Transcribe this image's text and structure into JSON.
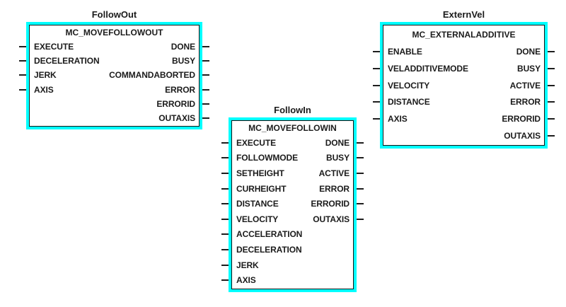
{
  "diagram": {
    "background": "#ffffff",
    "colors": {
      "block_border": "#00ffff",
      "block_frame": "#141414",
      "text": "#1b1b1b",
      "pin": "#1e1e1e",
      "fill": "#ffffff"
    }
  },
  "blocks": [
    {
      "instance": "FollowOut",
      "type": "MC_MOVEFOLLOWOUT",
      "inputs": [
        "EXECUTE",
        "DECELERATION",
        "JERK",
        "AXIS"
      ],
      "outputs": [
        "DONE",
        "BUSY",
        "COMMANDABORTED",
        "ERROR",
        "ERRORID",
        "OUTAXIS"
      ]
    },
    {
      "instance": "FollowIn",
      "type": "MC_MOVEFOLLOWIN",
      "inputs": [
        "EXECUTE",
        "FOLLOWMODE",
        "SETHEIGHT",
        "CURHEIGHT",
        "DISTANCE",
        "VELOCITY",
        "ACCELERATION",
        "DECELERATION",
        "JERK",
        "AXIS"
      ],
      "outputs": [
        "DONE",
        "BUSY",
        "ACTIVE",
        "ERROR",
        "ERRORID",
        "OUTAXIS"
      ]
    },
    {
      "instance": "ExternVel",
      "type": "MC_EXTERNALADDITIVE",
      "inputs": [
        "ENABLE",
        "VELADDITIVEMODE",
        "VELOCITY",
        "DISTANCE",
        "AXIS"
      ],
      "outputs": [
        "DONE",
        "BUSY",
        "ACTIVE",
        "ERROR",
        "ERRORID",
        "OUTAXIS"
      ]
    }
  ]
}
